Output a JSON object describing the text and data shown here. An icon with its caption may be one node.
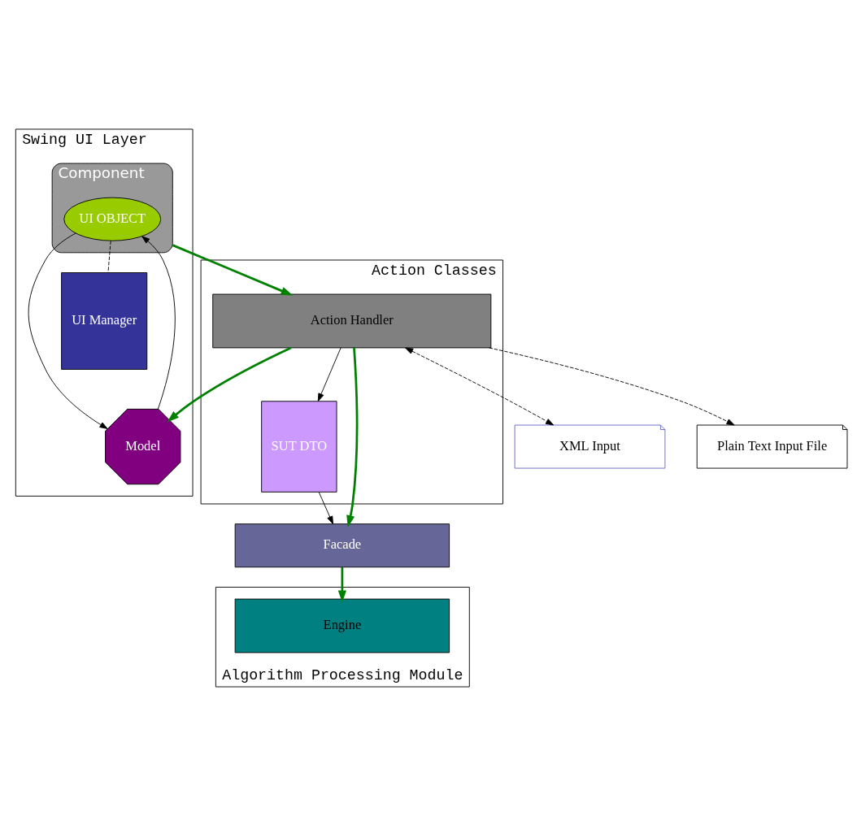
{
  "diagram": {
    "nodes": [
      {
        "text": [
          "Swing UI Layer"
        ]
      },
      {
        "text": [
          "Component"
        ],
        "in": 0
      },
      {
        "text": [
          "Model"
        ],
        "in": 0
      },
      {
        "text": [
          "UI OBJECT"
        ],
        "in": 1
      },
      {
        "text": [
          "UI Manager"
        ],
        "in": 0
      },
      {
        "text": [
          "Action Classes"
        ]
      },
      {
        "text": [
          "Action Handler"
        ],
        "in": 5
      },
      {
        "text": [
          "SUT DTO"
        ],
        "in": 5
      },
      {
        "text": [
          "Facade"
        ]
      },
      {
        "text": [
          "Algorithm Processing Module"
        ]
      },
      {
        "text": [
          "Engine"
        ],
        "in": 9
      },
      {
        "text": [
          "XML Input"
        ]
      },
      {
        "text": [
          "Plain Text Input File"
        ]
      }
    ],
    "edges": [
      {
        "from": 2,
        "to": 3,
        "arrow": "to"
      },
      {
        "from": 3,
        "to": 2,
        "arrow": "to"
      },
      {
        "from": 3,
        "to": 4,
        "arrow": "none",
        "style": "dashed"
      },
      {
        "from": 1,
        "to": 6,
        "arrow": "to",
        "style": "thick",
        "color": "#008000"
      },
      {
        "from": 6,
        "to": 2,
        "arrow": "to",
        "style": "thick",
        "color": "#008000"
      },
      {
        "from": 6,
        "to": 7,
        "arrow": "to"
      },
      {
        "from": 7,
        "to": 8,
        "arrow": "to"
      },
      {
        "from": 6,
        "to": 8,
        "arrow": "to",
        "style": "thick",
        "color": "#008000"
      },
      {
        "from": 8,
        "to": 10,
        "arrow": "to",
        "style": "thick",
        "color": "#008000"
      },
      {
        "from": 6,
        "to": 11,
        "arrow": "both",
        "style": "dashed"
      },
      {
        "from": 6,
        "to": 12,
        "arrow": "to",
        "style": "dashed"
      }
    ]
  }
}
